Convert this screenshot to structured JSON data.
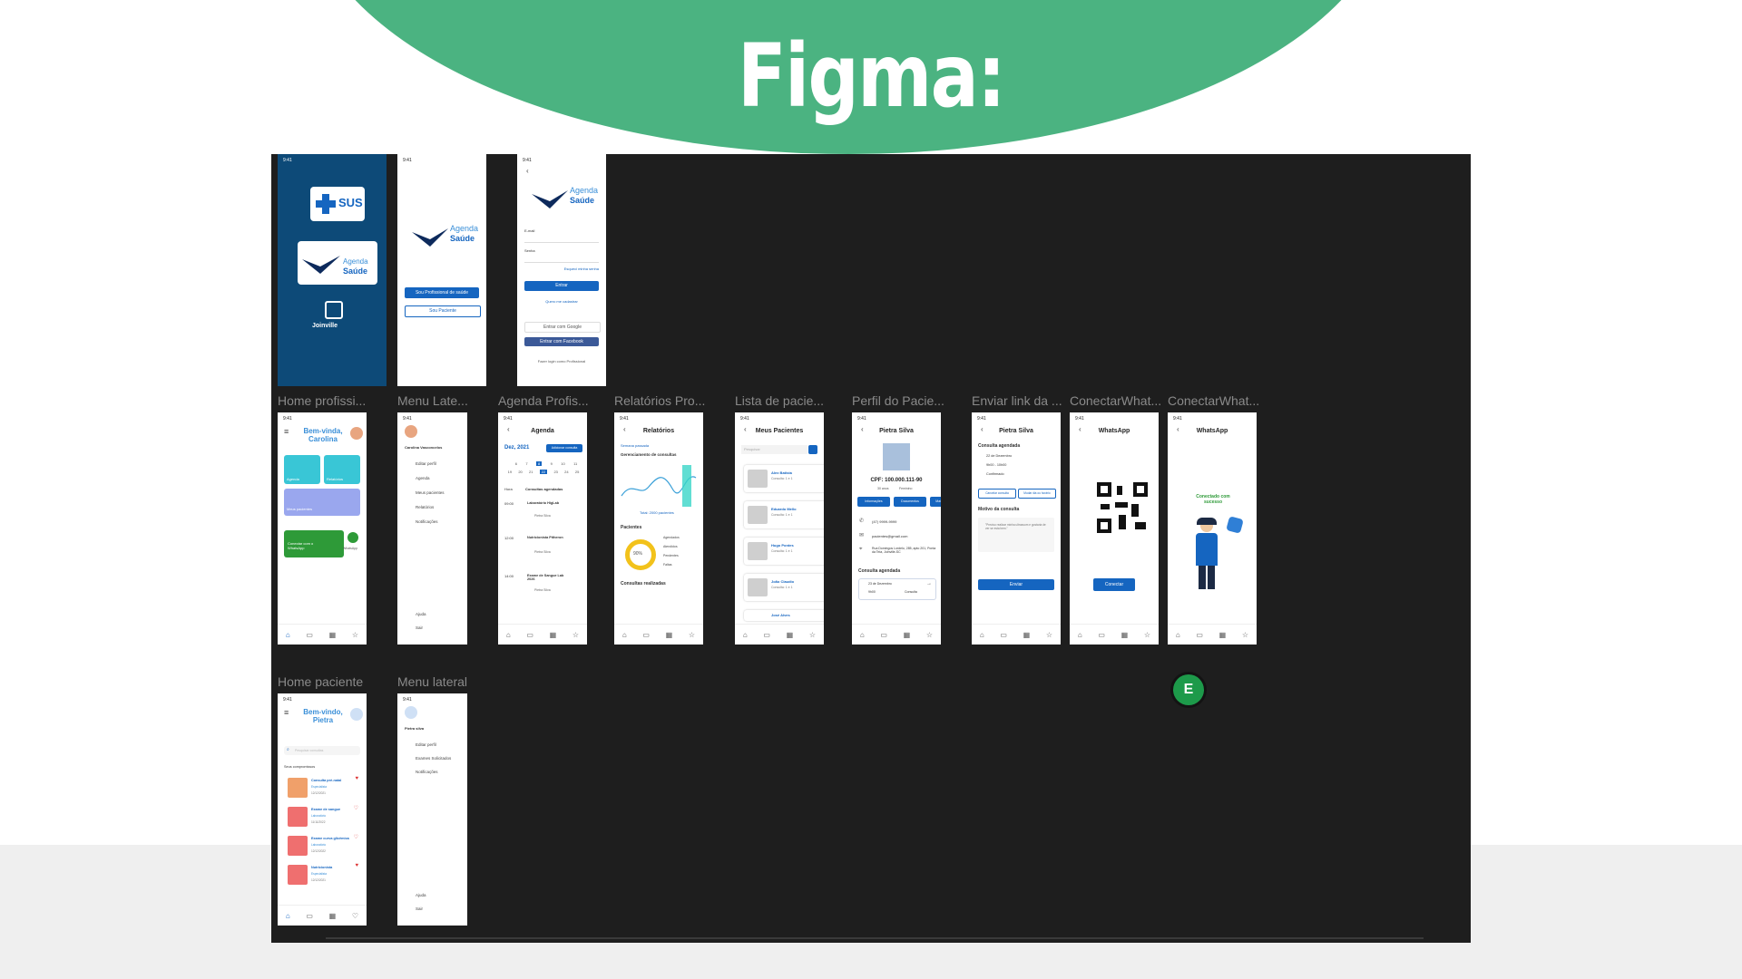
{
  "slide": {
    "title": "Figma:"
  },
  "colors": {
    "accent_green": "#4bb381",
    "canvas": "#1e1e1e",
    "brand_blue": "#1565c0",
    "splash_blue": "#0d4a78"
  },
  "frame_labels": [
    "Home profissi...",
    "Menu Late...",
    "Agenda Profis...",
    "Relatórios Pro...",
    "Lista de pacie...",
    "Perfil do Pacie...",
    "Enviar link da ...",
    "ConectarWhat...",
    "ConectarWhat...",
    "Home paciente",
    "Menu lateral"
  ],
  "status_time": "9:41",
  "splash": {
    "sus": "SUS",
    "app_name_1": "Agenda",
    "app_name_2": "Saúde",
    "city": "Joinville"
  },
  "welcome": {
    "brand_1": "Agenda",
    "brand_2": "Saúde",
    "btn_professional": "Sou Profissional de saúde",
    "btn_patient": "Sou Paciente"
  },
  "login": {
    "brand_1": "Agenda",
    "brand_2": "Saúde",
    "email_label": "E-mail",
    "password_label": "Senha",
    "forgot": "Esqueci minha senha",
    "submit": "Entrar",
    "signup": "Quero me cadastrar",
    "google": "Entrar com Google",
    "facebook": "Entrar com Facebook",
    "professional_login": "Fazer login como Profissional"
  },
  "home_professional": {
    "greeting": "Bem-vinda, Carolina",
    "tile_agenda": "Agenda",
    "tile_reports": "Relatórios",
    "tile_patients": "Meus pacientes",
    "whatsapp_card": "Conectar com o WhatsApp",
    "whatsapp_label": "WhatsApp",
    "nav": [
      "Início",
      "Mensagens",
      "Consultas",
      "Avaliações"
    ]
  },
  "menu_professional": {
    "name": "Carolina Vasconcelos",
    "items": [
      "Editar perfil",
      "Agenda",
      "Meus pacientes",
      "Relatórios",
      "Notificações"
    ],
    "help": "Ajuda",
    "logout": "Sair"
  },
  "agenda": {
    "title": "Agenda",
    "month": "Dez, 2021",
    "add_button": "Adicionar consulta",
    "days_row1": [
      "6",
      "7",
      "8",
      "9",
      "10",
      "11"
    ],
    "days_row2": [
      "19",
      "20",
      "21",
      "22",
      "23",
      "24",
      "25"
    ],
    "section": "Consultas agendadas",
    "hour_label": "Hora",
    "items": [
      {
        "time": "09:00",
        "name": "Laboratório HigLab",
        "patient": "Pietra Silva"
      },
      {
        "time": "12:00",
        "name": "Nutricionista Pitheron",
        "patient": "Pietra Silva"
      },
      {
        "time": "14:00",
        "name": "Exame de Sangue Lab 2026",
        "patient": "Pietra Silva"
      }
    ]
  },
  "reports": {
    "title": "Relatórios",
    "period": "Semana passada",
    "section": "Gerenciamento de consultas",
    "total": "Total: 2000 pacientes",
    "patients": "Pacientes",
    "donut_value": "90%",
    "legend": [
      "Agendados",
      "Atendidos",
      "Pendentes",
      "Faltas"
    ],
    "done": "Consultas realizadas"
  },
  "patients_list": {
    "title": "Meus Pacientes",
    "search": "Pesquisar",
    "items": [
      "Alex Batista",
      "Eduardo Mello",
      "Hugo Pontes",
      "João Claudio",
      "José Alves"
    ],
    "item_sub": "Consulta: 1 e 1"
  },
  "patient_profile": {
    "title": "Pietra Silva",
    "cpf": "CPF: 100.000.111-90",
    "age": "30 anos",
    "sex": "Feminino",
    "tabs": [
      "Informações",
      "Documentos",
      "Mais"
    ],
    "phone": "(47) 9999-9999",
    "email": "pacientes@gmail.com",
    "address": "Rua Domingos Lordelo, 285, apto 201, Ponta da Teia, Joinville-SC",
    "section": "Consulta agendada",
    "date": "23 de Dezembro",
    "time": "9h00",
    "kind": "Consulta"
  },
  "send_link": {
    "title": "Pietra Silva",
    "section": "Consulta agendada",
    "date": "22 de Dezembro",
    "time": "9h00 - 10h00",
    "status": "Confirmado",
    "btn_cancel": "Cancelar consulta",
    "btn_reschedule": "Mudar dia ou horário",
    "reason_title": "Motivo da consulta",
    "reason_text": "\"Preciso realizar minha ultrassom e gostaria de ver se esta bem.\"",
    "send": "Enviar"
  },
  "whatsapp_connect": {
    "title": "WhatsApp",
    "button": "Conectar"
  },
  "whatsapp_success": {
    "title": "WhatsApp",
    "message": "Conectado com sucesso"
  },
  "home_patient": {
    "greeting": "Bem-vindo, Pietra",
    "search": "Pesquisar consultas",
    "section": "Seus compromissos",
    "items": [
      {
        "title": "Consulta pré-natal",
        "sub": "Especialista",
        "date": "12/12/2021",
        "color": "#f0a06a"
      },
      {
        "title": "Exame de sangue",
        "sub": "Laboratório",
        "date": "11/11/2022",
        "color": "#ef6f6f"
      },
      {
        "title": "Exame curva glicêmica",
        "sub": "Laboratório",
        "date": "12/12/2022",
        "color": "#ef6f6f"
      },
      {
        "title": "Nutricionista",
        "sub": "Especialista",
        "date": "12/12/2021",
        "color": "#ef6f6f"
      }
    ],
    "nav": [
      "Início",
      "Mensagens",
      "Consultas",
      "Favoritos"
    ]
  },
  "menu_patient": {
    "name": "Pietra silva",
    "items": [
      "Editar perfil",
      "Exames Solicitados",
      "Notificações"
    ],
    "help": "Ajuda",
    "logout": "Sair"
  },
  "user_badge": "E"
}
